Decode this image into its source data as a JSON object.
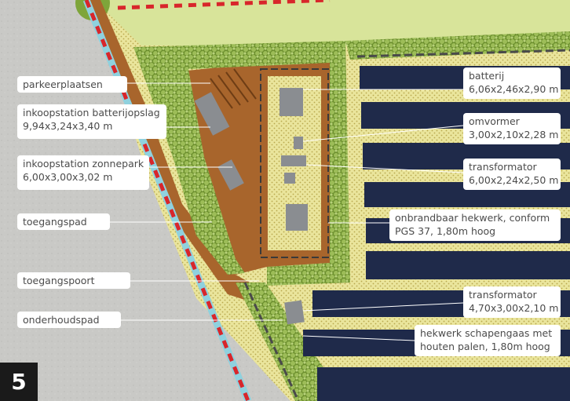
{
  "figure_number": "5",
  "labels_left": {
    "parkeerplaatsen": "parkeerplaatsen",
    "inkoopstation_batterij": [
      "inkoopstation batterijopslag",
      "9,94x3,24x3,40 m"
    ],
    "inkoopstation_zonnepark": [
      "inkoopstation zonnepark",
      "6,00x3,00x3,02 m"
    ],
    "toegangspad": "toegangspad",
    "toegangspoort": "toegangspoort",
    "onderhoudspad": "onderhoudspad"
  },
  "labels_right": {
    "batterij": [
      "batterij",
      "6,06x2,46x2,90 m"
    ],
    "omvormer": [
      "omvormer",
      "3,00x2,10x2,28 m"
    ],
    "transformator_1": [
      "transformator",
      "6,00x2,24x2,50 m"
    ],
    "hekwerk_brand": [
      "onbrandbaar hekwerk, conform",
      "PGS 37, 1,80m hoog"
    ],
    "transformator_2": [
      "transformator",
      "4,70x3,00x2,10 m"
    ],
    "hekwerk_schaap": [
      "hekwerk schapengaas met",
      "houten palen, 1,80m hoog"
    ]
  },
  "colors": {
    "road_gray": "#c9c9c6",
    "dirt_path": "#a8652c",
    "hedge_green": "#8fb24a",
    "grass_yellow": "#e8e39a",
    "solar_panel": "#1f2a4a",
    "red_dash": "#d8262b",
    "blue_line": "#8fd1de",
    "fence_dark": "#3a3a3a",
    "equipment_gray": "#8a8d91"
  }
}
